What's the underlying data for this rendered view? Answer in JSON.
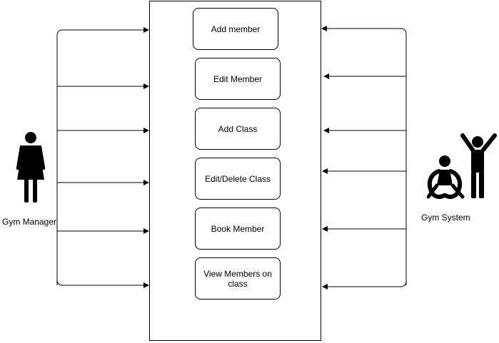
{
  "use_cases": [
    {
      "label": "Add member"
    },
    {
      "label": "Edit Member"
    },
    {
      "label": "Add Class"
    },
    {
      "label": "Edit/Delete Class"
    },
    {
      "label": "Book Member"
    },
    {
      "label": "View Members on class"
    }
  ],
  "actors": {
    "manager": {
      "label": "Gym Manager",
      "icon": "female-person-icon"
    },
    "system": {
      "label": "Gym System",
      "icon": "exercising-people-icon"
    }
  }
}
